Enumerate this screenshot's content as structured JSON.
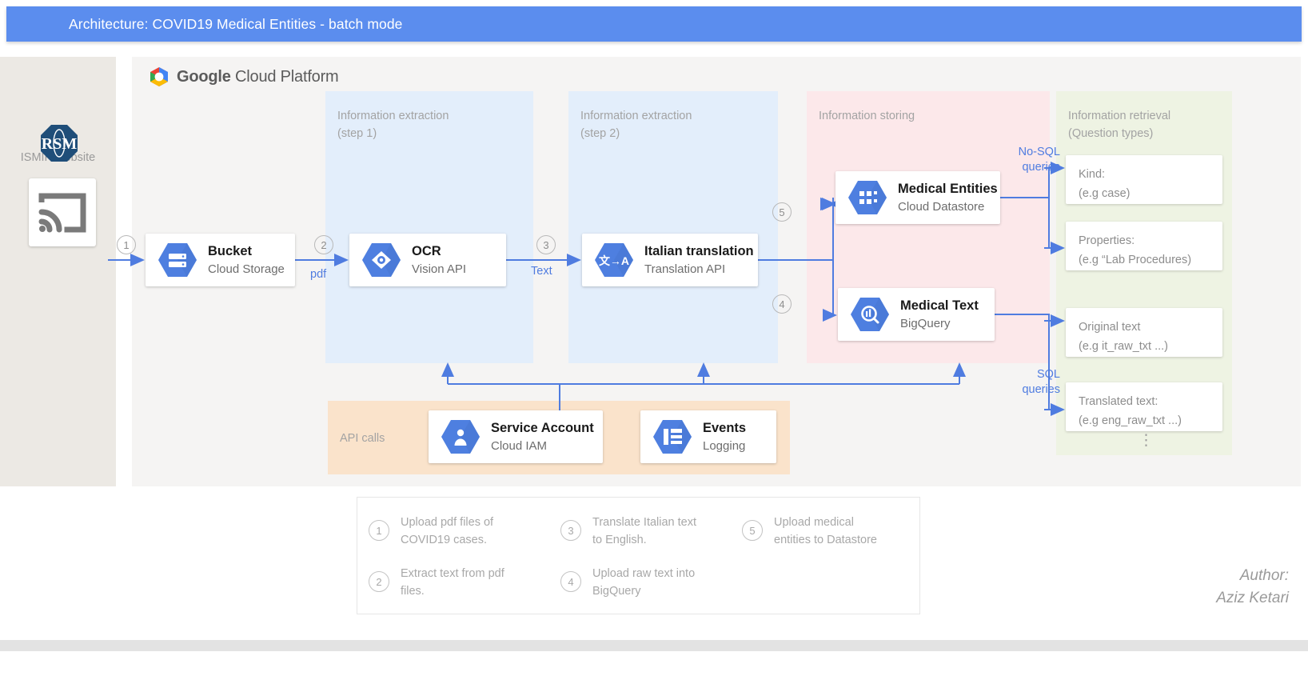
{
  "title": "Architecture: COVID19 Medical Entities - batch mode",
  "colors": {
    "title_bar": "#5b8dee",
    "extraction_bg": "#e3eefb",
    "storing_bg": "#fce8ea",
    "retrieval_bg": "#eef3e3",
    "api_bg": "#fae3cb",
    "arrow": "#4f7ce0",
    "gcp_blue": "#4e7fe0"
  },
  "source": {
    "label": "ISMIR website",
    "logo_icon": "ismir-octagon-logo",
    "device_icon": "screen-cast-icon"
  },
  "platform": {
    "logo_icon": "google-cloud-platform-icon",
    "brand_bold": "Google",
    "brand_light": "Cloud Platform"
  },
  "stages": [
    {
      "id": "extraction1",
      "header": "Information extraction\n(step 1)"
    },
    {
      "id": "extraction2",
      "header": "Information extraction\n(step 2)"
    },
    {
      "id": "storing",
      "header": "Information storing"
    },
    {
      "id": "retrieval",
      "header": "Information retrieval\n(Question  types)"
    },
    {
      "id": "api",
      "header": "API calls"
    }
  ],
  "nodes": {
    "bucket": {
      "name": "Bucket",
      "service": "Cloud Storage",
      "icon": "cloud-storage-icon"
    },
    "ocr": {
      "name": "OCR",
      "service": "Vision API",
      "icon": "vision-api-icon"
    },
    "translate": {
      "name": "Italian translation",
      "service": "Translation API",
      "icon": "translation-api-icon",
      "glyph": "文→A"
    },
    "entities": {
      "name": "Medical Entities",
      "service": "Cloud Datastore",
      "icon": "cloud-datastore-icon"
    },
    "bigquery": {
      "name": "Medical Text",
      "service": "BigQuery",
      "icon": "bigquery-icon"
    },
    "iam": {
      "name": "Service Account",
      "service": "Cloud IAM",
      "icon": "cloud-iam-icon"
    },
    "events": {
      "name": "Events",
      "service": "Logging",
      "icon": "logging-icon"
    }
  },
  "edge_labels": {
    "pdf": "pdf",
    "text": "Text",
    "nosql": "No-SQL\nqueries",
    "sql": "SQL\nqueries"
  },
  "badges": [
    "1",
    "2",
    "3",
    "4",
    "5"
  ],
  "retrieval_cards": [
    {
      "line1": "Kind:",
      "line2": "(e.g case)"
    },
    {
      "line1": "Properties:",
      "line2": "(e.g “Lab Procedures)"
    },
    {
      "line1": "Original text",
      "line2": "(e.g it_raw_txt ...)"
    },
    {
      "line1": "Translated text:",
      "line2": "(e.g eng_raw_txt ...)"
    }
  ],
  "retrieval_ellipsis": "⋮",
  "legend": [
    {
      "num": "1",
      "text": "Upload pdf files of\nCOVID19 cases."
    },
    {
      "num": "2",
      "text": "Extract text from pdf\nfiles."
    },
    {
      "num": "3",
      "text": "Translate Italian text\nto English."
    },
    {
      "num": "4",
      "text": "Upload raw text into\nBigQuery"
    },
    {
      "num": "5",
      "text": "Upload medical\nentities to Datastore"
    }
  ],
  "author": {
    "label": "Author:",
    "name": "Aziz Ketari"
  }
}
